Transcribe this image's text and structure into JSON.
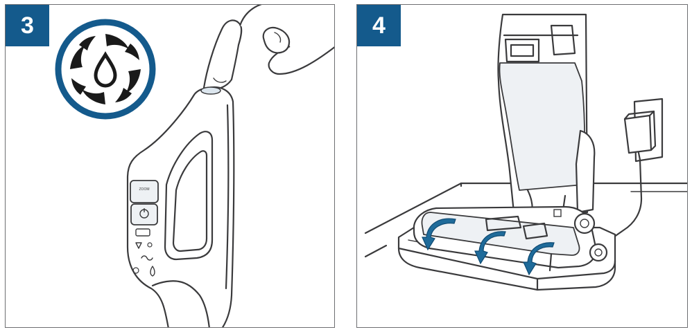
{
  "panels": [
    {
      "step": "3",
      "icon": "clean-cycle-icon",
      "description_icon": "finger-press-button"
    },
    {
      "step": "4",
      "icon": "docked-cleaner"
    }
  ],
  "colors": {
    "badge": "#145a8c",
    "accent_ring": "#145a8c",
    "arrows": "#1f6b9a",
    "line_art": "#3a3a3c",
    "frame": "#6d6e71"
  }
}
